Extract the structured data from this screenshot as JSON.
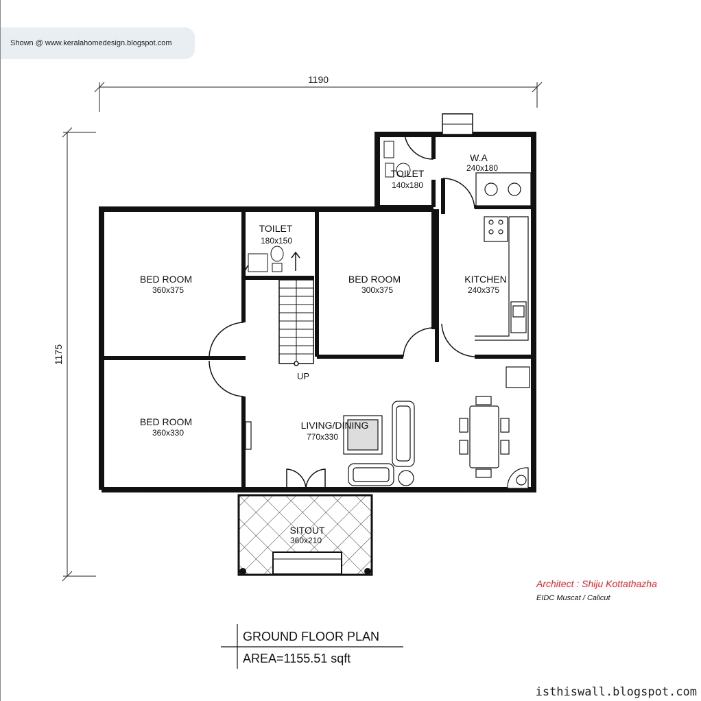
{
  "header": {
    "shown_text": "Shown @  www.keralahomedesign.blogspot.com"
  },
  "dimensions": {
    "width": "1190",
    "height": "1175"
  },
  "rooms": {
    "bed1": {
      "name": "BED ROOM",
      "size": "360x375"
    },
    "bed2": {
      "name": "BED ROOM",
      "size": "360x330"
    },
    "bed3": {
      "name": "BED ROOM",
      "size": "300x375"
    },
    "toilet1": {
      "name": "TOILET",
      "size": "180x150"
    },
    "toilet2": {
      "name": "TOILET",
      "size": "140x180"
    },
    "wa": {
      "name": "W.A",
      "size": "240x180"
    },
    "kitchen": {
      "name": "KITCHEN",
      "size": "240x375"
    },
    "living": {
      "name": "LIVING/DINING",
      "size": "770x330"
    },
    "sitout": {
      "name": "SITOUT",
      "size": "360x210"
    }
  },
  "stair_label": "UP",
  "architect": {
    "name": "Architect : Shiju Kottathazha",
    "firm": "EIDC Muscat / Calicut",
    "color": "#e8202a"
  },
  "title_block": {
    "title": "GROUND FLOOR PLAN",
    "area": "AREA=1155.51 sqft"
  },
  "watermark": "isthiswall.blogspot.com",
  "colors": {
    "wall": "#111111",
    "background": "#ffffff"
  }
}
